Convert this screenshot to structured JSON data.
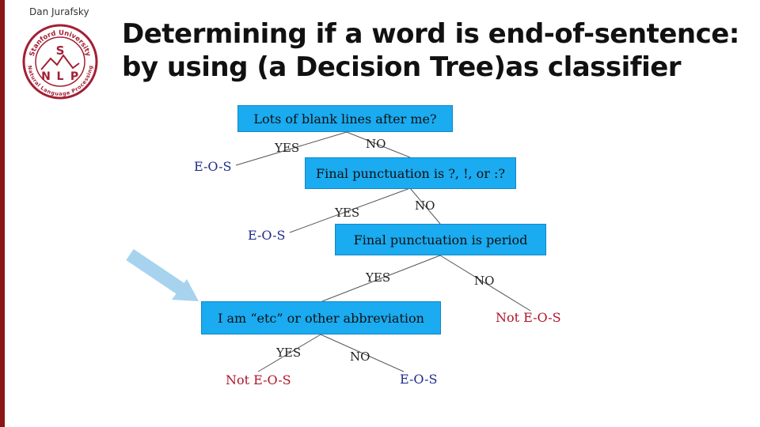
{
  "author": "Dan Jurafsky",
  "logo": {
    "ring_top_text": "Stanford University",
    "ring_bottom_text": "Natural Language Processing",
    "letters": [
      "S",
      "N",
      "L",
      "P"
    ],
    "color": "#a31f34"
  },
  "title": {
    "line1": "Determining if a word is end-of-sentence:",
    "line2": "by using (a Decision Tree)as classifier"
  },
  "tree": {
    "nodes": {
      "n1": "Lots of blank lines after me?",
      "n2": "Final punctuation is ?, !, or :?",
      "n3": "Final punctuation is period",
      "n4": "I am “etc” or other abbreviation"
    },
    "edges": {
      "n1_yes": "YES",
      "n1_no": "NO",
      "n2_yes": "YES",
      "n2_no": "NO",
      "n3_yes": "YES",
      "n3_no": "NO",
      "n4_yes": "YES",
      "n4_no": "NO"
    },
    "leaves": {
      "l1": "E-O-S",
      "l2": "E-O-S",
      "l3": "Not E-O-S",
      "l4": "Not E-O-S",
      "l5": "E-O-S"
    }
  },
  "colors": {
    "node_fill": "#1aabf0",
    "eos_text": "#1e2b8c",
    "not_eos_text": "#b0142a",
    "arrow": "#a8d3ee",
    "accent_bar": "#8c1515"
  }
}
